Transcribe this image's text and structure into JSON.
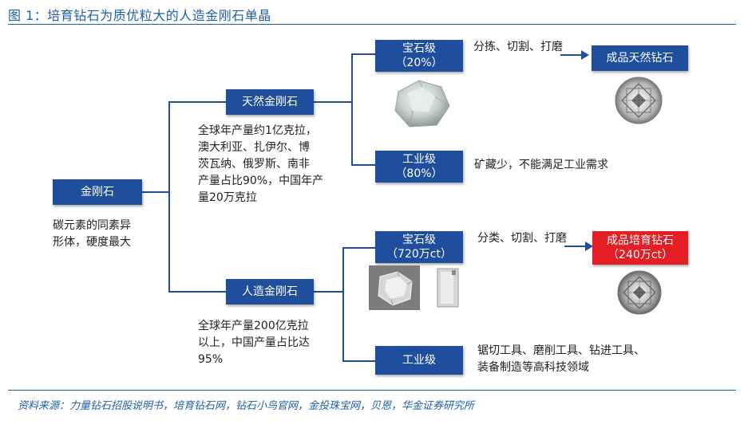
{
  "title": "图 1：培育钻石为质优粒大的人造金刚石单晶",
  "source": "资料来源：力量钻石招股说明书，培育钻石网，钻石小鸟官网，金投珠宝网，贝恩，华金证券研究所",
  "root": {
    "label": "金刚石",
    "desc": [
      "碳元素的同素异",
      "形体，硬度最大"
    ]
  },
  "natural": {
    "label": "天然金刚石",
    "desc": [
      "全球年产量约1亿克拉，",
      "澳大利亚、扎伊尔、博",
      "茨瓦纳、俄罗斯、南非",
      "产量占比90%，中国年产",
      "量20万克拉"
    ],
    "gem": {
      "label": "宝石级",
      "sub": "（20%）",
      "process": "分拣、切割、打磨",
      "product": "成品天然钻石"
    },
    "industrial": {
      "label": "工业级",
      "sub": "（80%）",
      "note": "矿藏少，不能满足工业需求"
    }
  },
  "synthetic": {
    "label": "人造金刚石",
    "desc": [
      "全球年产量200亿克拉",
      "以上，中国产量占比达",
      "95%"
    ],
    "gem": {
      "label": "宝石级",
      "sub": "（720万ct）",
      "process": "分类、切割、打磨",
      "product": "成品培育钻石",
      "product_sub": "（240万ct）"
    },
    "industrial": {
      "label": "工业级",
      "note": [
        "锯切工具、磨削工具、钻进工具、",
        "装备制造等高科技领域"
      ]
    }
  },
  "colors": {
    "box": "#1f4e9c",
    "accent": "#e31e24",
    "title": "#1f5fa8"
  }
}
